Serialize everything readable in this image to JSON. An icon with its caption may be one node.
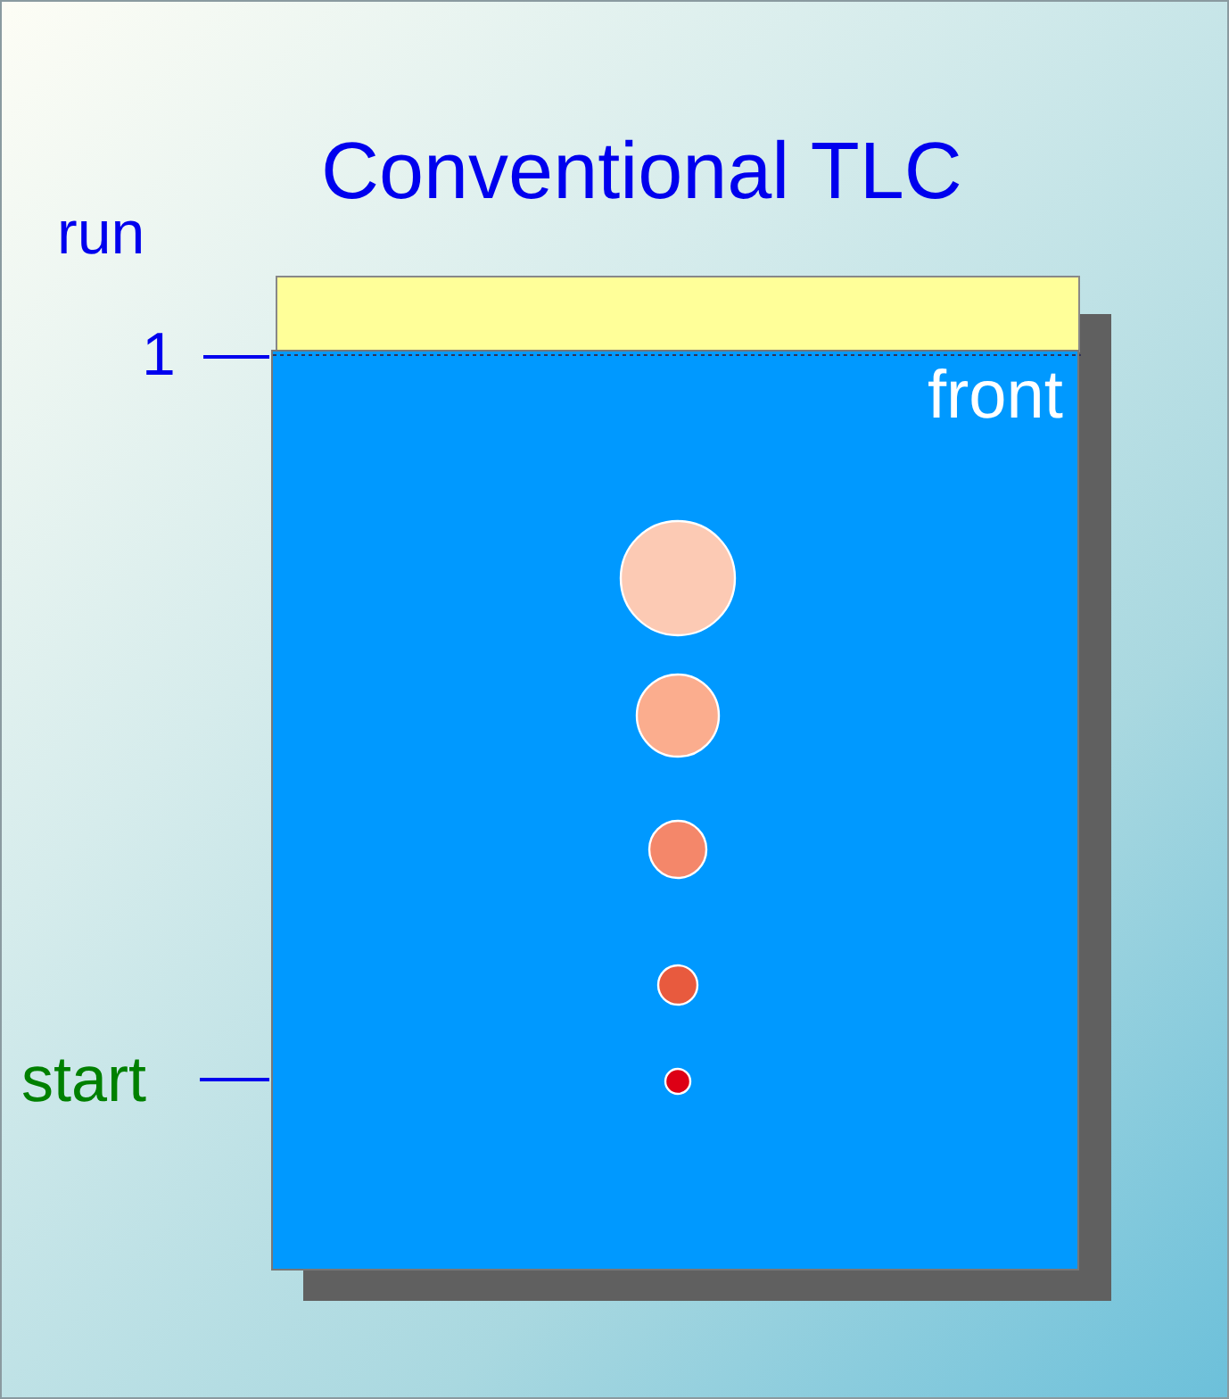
{
  "diagram": {
    "title": "Conventional TLC",
    "nodes": [
      {
        "text": [
          "front"
        ]
      },
      {
        "text": [
          "1"
        ]
      },
      {
        "text": [
          "start"
        ]
      }
    ],
    "edges": [
      {
        "from": 1,
        "to": 0,
        "arrow": "none"
      },
      {
        "from": 2,
        "to": 0,
        "arrow": "none"
      }
    ],
    "labels": [
      "run"
    ]
  }
}
